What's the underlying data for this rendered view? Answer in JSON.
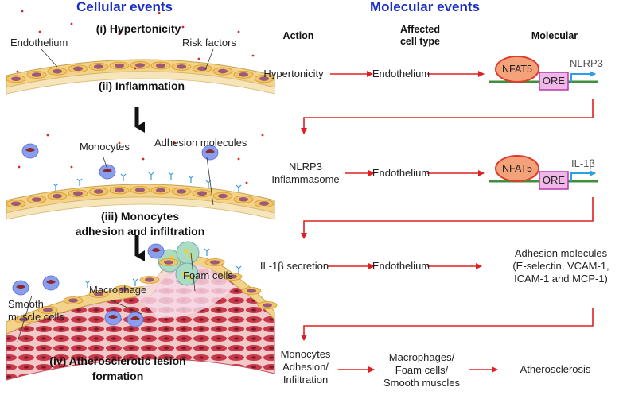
{
  "headers": {
    "cellular": "Cellular events",
    "molecular": "Molecular events"
  },
  "columns": {
    "action": "Action",
    "affected": "Affected\ncell type",
    "molecular": "Molecular"
  },
  "left": {
    "stage1": "(i) Hypertonicity",
    "endothelium": "Endothelium",
    "risk_factors": "Risk factors",
    "stage2": "(ii) Inflammation",
    "monocytes": "Monocytes",
    "adhesion_molecules": "Adhesion molecules",
    "stage3_line1": "(iii) Monocytes",
    "stage3_line2": "adhesion and infiltration",
    "foam_cells": "Foam cells",
    "macrophage": "Macrophage",
    "smooth_muscle_line1": "Smooth",
    "smooth_muscle_line2": "muscle cells",
    "stage4_line1": "(iv) Atherosclerotic lesion",
    "stage4_line2": "formation"
  },
  "rows": [
    {
      "action": "Hypertonicity",
      "cell": "Endothelium",
      "tf": "NFAT5",
      "ore": "ORE",
      "gene": "NLRP3"
    },
    {
      "action_line1": "NLRP3",
      "action_line2": "Inflammasome",
      "cell": "Endothelium",
      "tf": "NFAT5",
      "ore": "ORE",
      "gene": "IL-1β"
    },
    {
      "action": "IL-1β secretion",
      "cell": "Endothelium",
      "result_line1": "Adhesion molecules",
      "result_line2": "(E-selectin, VCAM-1,",
      "result_line3": "ICAM-1 and MCP-1)"
    },
    {
      "action_line1": "Monocytes",
      "action_line2": "Adhesion/",
      "action_line3": "Infiltration",
      "cell_line1": "Macrophages/",
      "cell_line2": "Foam cells/",
      "cell_line3": "Smooth muscles",
      "result": "Atherosclerosis"
    }
  ],
  "colors": {
    "header": "#1a2ec6",
    "arrow": "#e02020",
    "vessel": "#f3d28a",
    "nucleus": "#9a5a78",
    "tf_fill": "#f4a27a",
    "ore_fill": "#f0b8e8",
    "dna": "#3e8f3e",
    "gene_arrow": "#2e9fe6"
  }
}
